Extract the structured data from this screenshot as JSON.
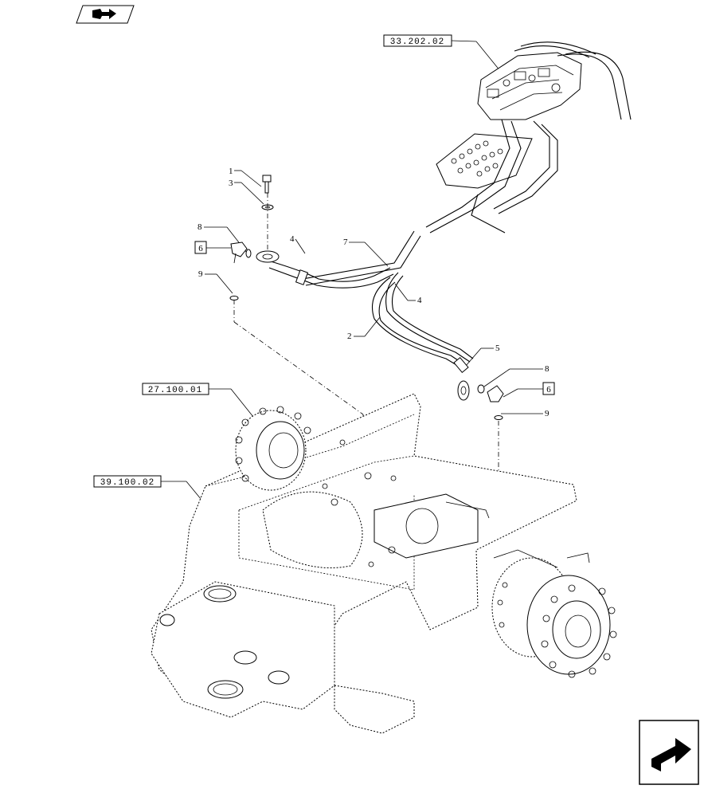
{
  "references": {
    "ref_33_202_02": "33.202.02",
    "ref_27_100_01": "27.100.01",
    "ref_39_100_02": "39.100.02",
    "box_6_left": "6",
    "box_6_right": "6"
  },
  "callouts": {
    "c1": "1",
    "c3": "3",
    "c8a": "8",
    "c4a": "4",
    "c7": "7",
    "c9a": "9",
    "c4b": "4",
    "c2": "2",
    "c5": "5",
    "c8b": "8",
    "c9b": "9"
  },
  "icons": {
    "top_left": "book-arrow-icon",
    "bottom_right": "next-page-arrow-icon"
  }
}
